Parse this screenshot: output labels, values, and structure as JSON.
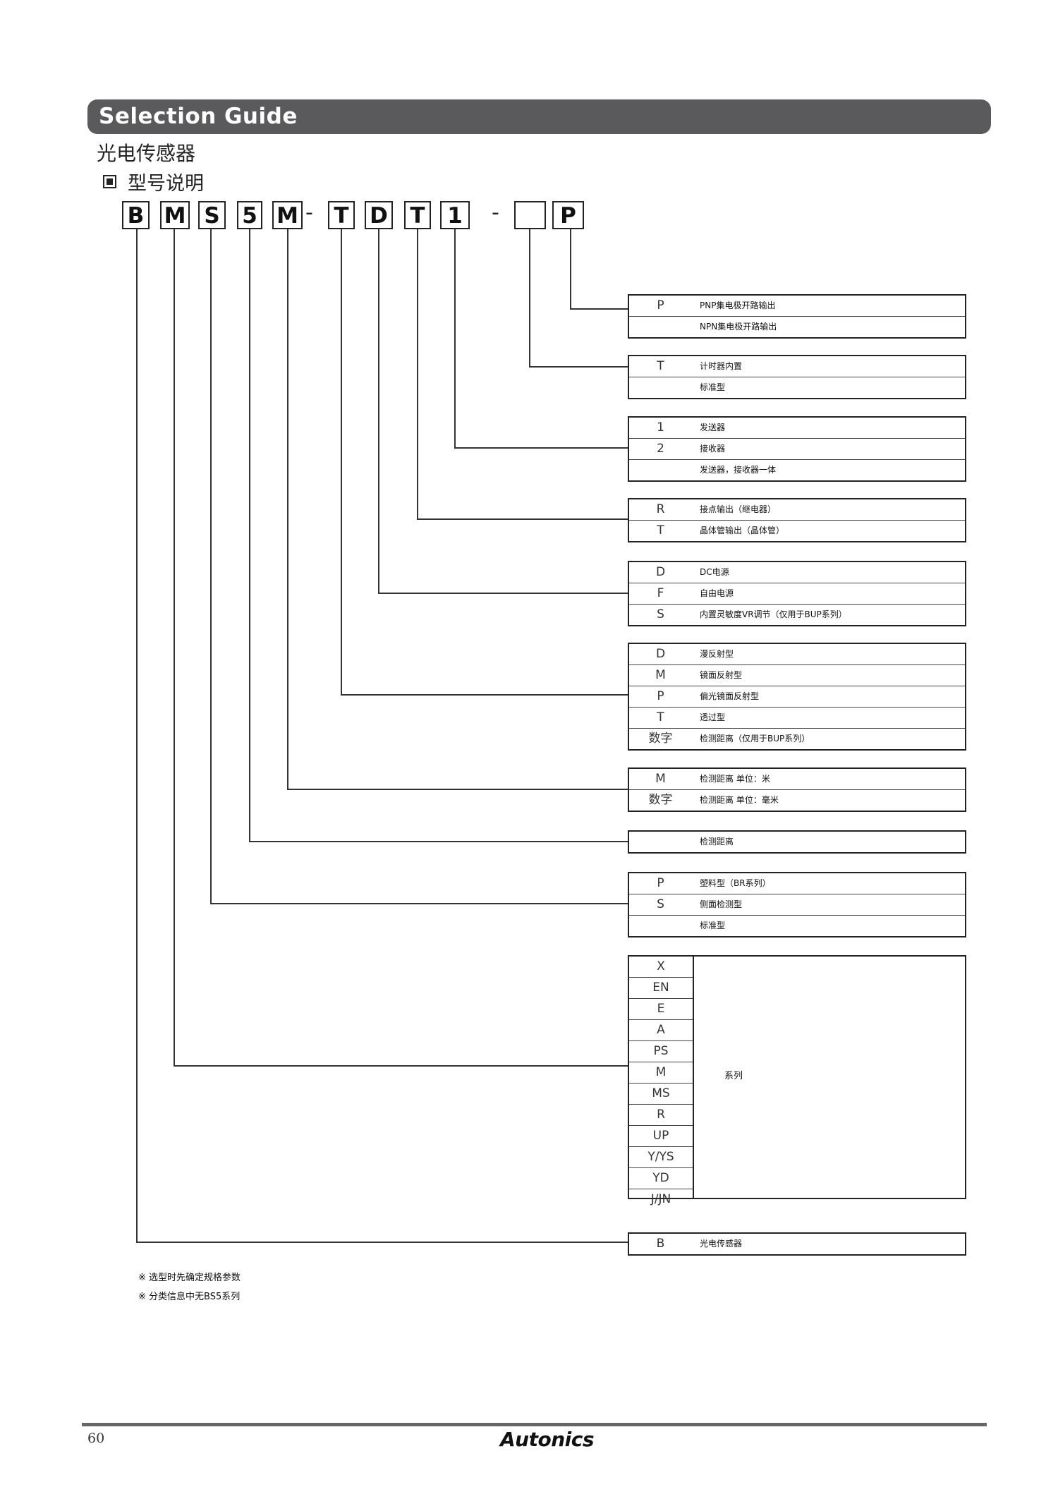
{
  "header": {
    "banner": "Selection Guide",
    "subtitle": "光电传感器",
    "section": "型号说明"
  },
  "model_code": [
    "B",
    "M",
    "S",
    "5",
    "M",
    "T",
    "D",
    "T",
    "1",
    "",
    "P"
  ],
  "model_dashes": [
    "-",
    "-"
  ],
  "groups": [
    {
      "rows": [
        {
          "code": "P",
          "desc": "PNP集电极开路输出"
        },
        {
          "code": "",
          "desc": "NPN集电极开路输出"
        }
      ]
    },
    {
      "rows": [
        {
          "code": "T",
          "desc": "计时器内置"
        },
        {
          "code": "",
          "desc": "标准型"
        }
      ]
    },
    {
      "rows": [
        {
          "code": "1",
          "desc": "发送器"
        },
        {
          "code": "2",
          "desc": "接收器"
        },
        {
          "code": "",
          "desc": "发送器，接收器一体"
        }
      ]
    },
    {
      "rows": [
        {
          "code": "R",
          "desc": "接点输出（继电器）"
        },
        {
          "code": "T",
          "desc": "晶体管输出（晶体管）"
        }
      ]
    },
    {
      "rows": [
        {
          "code": "D",
          "desc": "DC电源"
        },
        {
          "code": "F",
          "desc": "自由电源"
        },
        {
          "code": "S",
          "desc": "内置灵敏度VR调节（仅用于BUP系列）"
        }
      ]
    },
    {
      "rows": [
        {
          "code": "D",
          "desc": "漫反射型"
        },
        {
          "code": "M",
          "desc": "镜面反射型"
        },
        {
          "code": "P",
          "desc": "偏光镜面反射型"
        },
        {
          "code": "T",
          "desc": "透过型"
        },
        {
          "code": "数字",
          "desc": "检测距离（仅用于BUP系列）"
        }
      ]
    },
    {
      "rows": [
        {
          "code": "M",
          "desc": "检测距离 单位：米"
        },
        {
          "code": "数字",
          "desc": "检测距离 单位：毫米"
        }
      ]
    },
    {
      "rows": [
        {
          "code": "",
          "desc": "检测距离"
        }
      ]
    },
    {
      "rows": [
        {
          "code": "P",
          "desc": "塑料型（BR系列）"
        },
        {
          "code": "S",
          "desc": "侧面检测型"
        },
        {
          "code": "",
          "desc": "标准型"
        }
      ]
    }
  ],
  "series": {
    "codes": [
      "X",
      "EN",
      "E",
      "A",
      "PS",
      "M",
      "MS",
      "R",
      "UP",
      "Y/YS",
      "YD",
      "J/JN"
    ],
    "desc": "系列"
  },
  "sensor_row": {
    "code": "B",
    "desc": "光电传感器"
  },
  "notes": [
    "※ 选型时先确定规格参数",
    "※ 分类信息中无BS5系列"
  ],
  "footer": {
    "page": "60",
    "brand": "Autonics"
  }
}
